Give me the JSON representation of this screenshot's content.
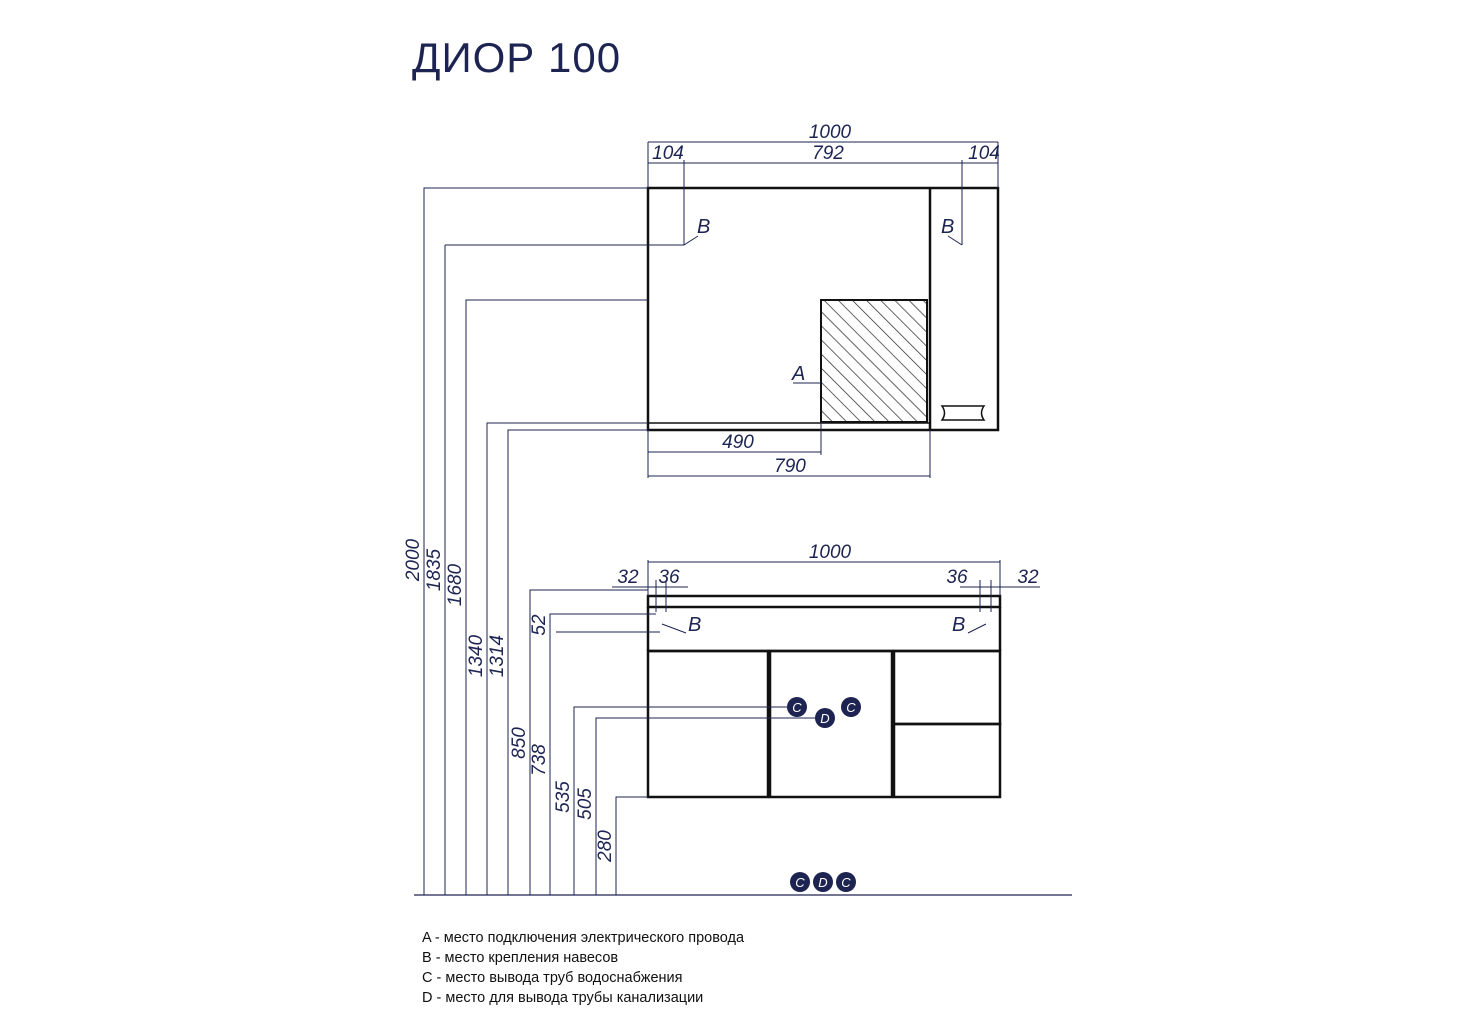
{
  "title": "ДИОР 100",
  "mirror": {
    "width": "1000",
    "left_margin": "104",
    "center_width": "792",
    "right_margin": "104",
    "dim_490": "490",
    "dim_790": "790"
  },
  "vanity": {
    "width": "1000",
    "left_outer": "32",
    "left_inner": "36",
    "right_inner": "36",
    "right_outer": "32",
    "dim_52": "52"
  },
  "heights": [
    "2000",
    "1835",
    "1680",
    "1340",
    "1314",
    "850",
    "738",
    "535",
    "505",
    "280"
  ],
  "markers": {
    "a": "A",
    "b": "B",
    "c": "C",
    "d": "D"
  },
  "legend": [
    "A - место подключения электрического провода",
    "B - место крепления навесов",
    "C - место вывода труб водоснабжения",
    "D - место для вывода трубы канализации"
  ],
  "colors": {
    "ink": "#1d2452",
    "line": "#111111",
    "marker_fill": "#1d2452"
  }
}
